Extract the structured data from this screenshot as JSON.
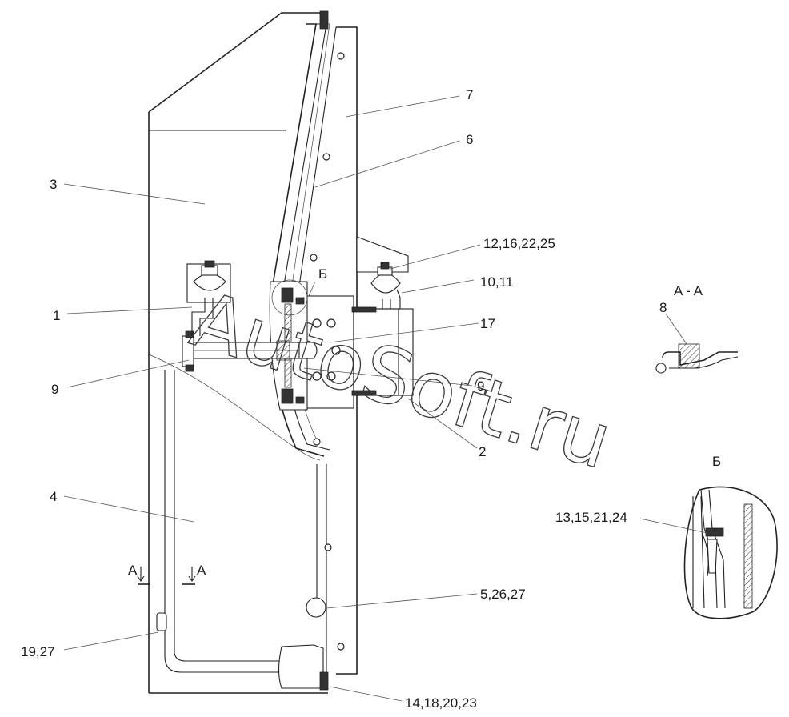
{
  "callouts": {
    "c1": "1",
    "c2": "2",
    "c3": "3",
    "c4": "4",
    "c5": "5,26,27",
    "c6": "6",
    "c7": "7",
    "c8": "8",
    "c9a": "9",
    "c9b": "9",
    "c10": "10,11",
    "c12": "12,16,22,25",
    "c13": "13,15,21,24",
    "c14": "14,18,20,23",
    "c17": "17",
    "c19": "19,27",
    "cB": "Б"
  },
  "section_marks": {
    "a_left": "A",
    "a_right": "A"
  },
  "views": {
    "section_aa_title": "A - A",
    "detail_b_title": "Б"
  },
  "watermark": "AutoSoft.ru"
}
